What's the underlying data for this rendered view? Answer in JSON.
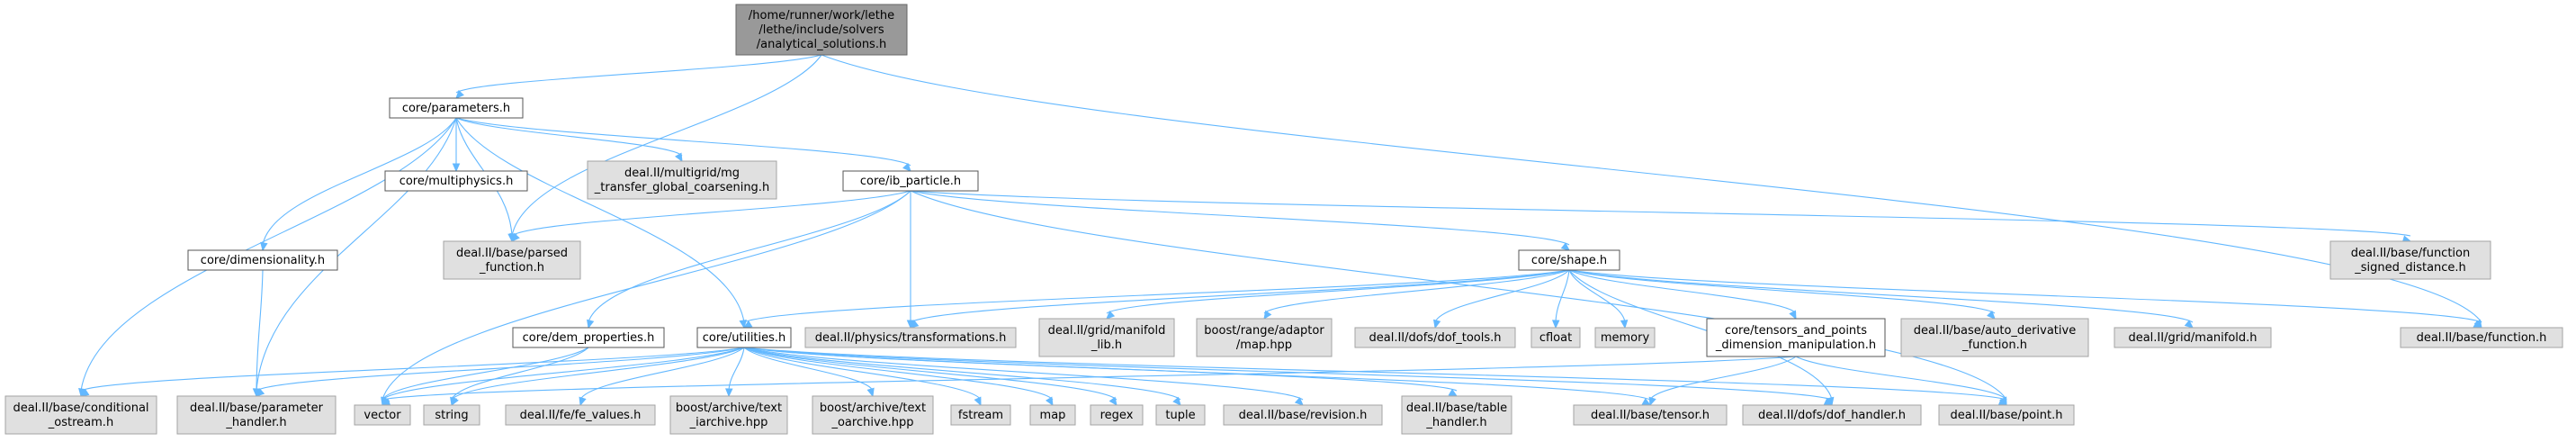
{
  "diagram": {
    "type": "include-dependency-graph",
    "colors": {
      "edge": "#63b8ff",
      "root_fill": "#999999",
      "local_fill": "#ffffff",
      "external_fill": "#e0e0e0"
    },
    "nodes": [
      {
        "id": "root",
        "kind": "root",
        "lines": [
          "/home/runner/work/lethe",
          "/lethe/include/solvers",
          "/analytical_solutions.h"
        ]
      },
      {
        "id": "parameters",
        "kind": "local",
        "lines": [
          "core/parameters.h"
        ]
      },
      {
        "id": "multiphysics",
        "kind": "local",
        "lines": [
          "core/multiphysics.h"
        ]
      },
      {
        "id": "mg_transfer",
        "kind": "ext",
        "lines": [
          "deal.II/multigrid/mg",
          "_transfer_global_coarsening.h"
        ]
      },
      {
        "id": "ib_particle",
        "kind": "local",
        "lines": [
          "core/ib_particle.h"
        ]
      },
      {
        "id": "dimensionality",
        "kind": "local",
        "lines": [
          "core/dimensionality.h"
        ]
      },
      {
        "id": "parsed_function",
        "kind": "ext",
        "lines": [
          "deal.II/base/parsed",
          "_function.h"
        ]
      },
      {
        "id": "function_sd",
        "kind": "ext",
        "lines": [
          "deal.II/base/function",
          "_signed_distance.h"
        ]
      },
      {
        "id": "shape",
        "kind": "local",
        "lines": [
          "core/shape.h"
        ]
      },
      {
        "id": "dem_properties",
        "kind": "local",
        "lines": [
          "core/dem_properties.h"
        ]
      },
      {
        "id": "utilities",
        "kind": "local",
        "lines": [
          "core/utilities.h"
        ]
      },
      {
        "id": "transformations",
        "kind": "ext",
        "lines": [
          "deal.II/physics/transformations.h"
        ]
      },
      {
        "id": "grid_manifold_lib",
        "kind": "ext",
        "lines": [
          "deal.II/grid/manifold",
          "_lib.h"
        ]
      },
      {
        "id": "map_hpp",
        "kind": "ext",
        "lines": [
          "boost/range/adaptor",
          "/map.hpp"
        ]
      },
      {
        "id": "dof_tools",
        "kind": "ext",
        "lines": [
          "deal.II/dofs/dof_tools.h"
        ]
      },
      {
        "id": "cfloat",
        "kind": "ext",
        "lines": [
          "cfloat"
        ]
      },
      {
        "id": "memory",
        "kind": "ext",
        "lines": [
          "memory"
        ]
      },
      {
        "id": "tensors_points",
        "kind": "local",
        "lines": [
          "core/tensors_and_points",
          "_dimension_manipulation.h"
        ]
      },
      {
        "id": "auto_derivative",
        "kind": "ext",
        "lines": [
          "deal.II/base/auto_derivative",
          "_function.h"
        ]
      },
      {
        "id": "grid_manifold",
        "kind": "ext",
        "lines": [
          "deal.II/grid/manifold.h"
        ]
      },
      {
        "id": "base_function",
        "kind": "ext",
        "lines": [
          "deal.II/base/function.h"
        ]
      },
      {
        "id": "conditional_ostream",
        "kind": "ext",
        "lines": [
          "deal.II/base/conditional",
          "_ostream.h"
        ]
      },
      {
        "id": "parameter_handler",
        "kind": "ext",
        "lines": [
          "deal.II/base/parameter",
          "_handler.h"
        ]
      },
      {
        "id": "vector",
        "kind": "ext",
        "lines": [
          "vector"
        ]
      },
      {
        "id": "string",
        "kind": "ext",
        "lines": [
          "string"
        ]
      },
      {
        "id": "fe_values",
        "kind": "ext",
        "lines": [
          "deal.II/fe/fe_values.h"
        ]
      },
      {
        "id": "text_iarchive",
        "kind": "ext",
        "lines": [
          "boost/archive/text",
          "_iarchive.hpp"
        ]
      },
      {
        "id": "text_oarchive",
        "kind": "ext",
        "lines": [
          "boost/archive/text",
          "_oarchive.hpp"
        ]
      },
      {
        "id": "fstream",
        "kind": "ext",
        "lines": [
          "fstream"
        ]
      },
      {
        "id": "map",
        "kind": "ext",
        "lines": [
          "map"
        ]
      },
      {
        "id": "regex",
        "kind": "ext",
        "lines": [
          "regex"
        ]
      },
      {
        "id": "tuple",
        "kind": "ext",
        "lines": [
          "tuple"
        ]
      },
      {
        "id": "revision",
        "kind": "ext",
        "lines": [
          "deal.II/base/revision.h"
        ]
      },
      {
        "id": "table_handler",
        "kind": "ext",
        "lines": [
          "deal.II/base/table",
          "_handler.h"
        ]
      },
      {
        "id": "tensor",
        "kind": "ext",
        "lines": [
          "deal.II/base/tensor.h"
        ]
      },
      {
        "id": "dof_handler",
        "kind": "ext",
        "lines": [
          "deal.II/dofs/dof_handler.h"
        ]
      },
      {
        "id": "point",
        "kind": "ext",
        "lines": [
          "deal.II/base/point.h"
        ]
      }
    ],
    "edges": [
      [
        "root",
        "parameters"
      ],
      [
        "root",
        "parsed_function"
      ],
      [
        "root",
        "base_function"
      ],
      [
        "parameters",
        "multiphysics"
      ],
      [
        "parameters",
        "mg_transfer"
      ],
      [
        "parameters",
        "ib_particle"
      ],
      [
        "parameters",
        "dimensionality"
      ],
      [
        "parameters",
        "parsed_function"
      ],
      [
        "parameters",
        "utilities"
      ],
      [
        "parameters",
        "conditional_ostream"
      ],
      [
        "parameters",
        "parameter_handler"
      ],
      [
        "dimensionality",
        "parameter_handler"
      ],
      [
        "ib_particle",
        "parsed_function"
      ],
      [
        "ib_particle",
        "function_sd"
      ],
      [
        "ib_particle",
        "shape"
      ],
      [
        "ib_particle",
        "dem_properties"
      ],
      [
        "ib_particle",
        "transformations"
      ],
      [
        "ib_particle",
        "vector"
      ],
      [
        "ib_particle",
        "point"
      ],
      [
        "shape",
        "utilities"
      ],
      [
        "shape",
        "transformations"
      ],
      [
        "shape",
        "grid_manifold_lib"
      ],
      [
        "shape",
        "map_hpp"
      ],
      [
        "shape",
        "dof_tools"
      ],
      [
        "shape",
        "cfloat"
      ],
      [
        "shape",
        "memory"
      ],
      [
        "shape",
        "tensors_points"
      ],
      [
        "shape",
        "auto_derivative"
      ],
      [
        "shape",
        "grid_manifold"
      ],
      [
        "shape",
        "base_function"
      ],
      [
        "shape",
        "dof_handler"
      ],
      [
        "dem_properties",
        "vector"
      ],
      [
        "dem_properties",
        "string"
      ],
      [
        "tensors_points",
        "tensor"
      ],
      [
        "tensors_points",
        "point"
      ],
      [
        "tensors_points",
        "vector"
      ],
      [
        "utilities",
        "conditional_ostream"
      ],
      [
        "utilities",
        "parameter_handler"
      ],
      [
        "utilities",
        "vector"
      ],
      [
        "utilities",
        "string"
      ],
      [
        "utilities",
        "fe_values"
      ],
      [
        "utilities",
        "text_iarchive"
      ],
      [
        "utilities",
        "text_oarchive"
      ],
      [
        "utilities",
        "fstream"
      ],
      [
        "utilities",
        "map"
      ],
      [
        "utilities",
        "regex"
      ],
      [
        "utilities",
        "tuple"
      ],
      [
        "utilities",
        "revision"
      ],
      [
        "utilities",
        "table_handler"
      ],
      [
        "utilities",
        "tensor"
      ],
      [
        "utilities",
        "dof_handler"
      ],
      [
        "utilities",
        "point"
      ]
    ]
  }
}
